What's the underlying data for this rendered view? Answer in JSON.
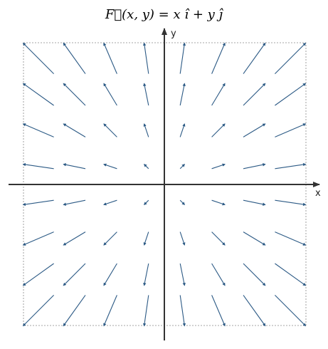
{
  "title": "F⃗(x, y) = x î + y ĵ",
  "axes": {
    "x_label": "x",
    "y_label": "y",
    "axis_color": "#333333"
  },
  "chart_data": {
    "type": "vector_field",
    "field": {
      "u": "x",
      "v": "y"
    },
    "grid_x": [
      -3.5,
      -2.5,
      -1.5,
      -0.5,
      0.5,
      1.5,
      2.5,
      3.5
    ],
    "grid_y": [
      -3.5,
      -2.5,
      -1.5,
      -0.5,
      0.5,
      1.5,
      2.5,
      3.5
    ],
    "xlim": [
      -3.5,
      3.5
    ],
    "ylim": [
      -3.5,
      3.5
    ],
    "arrow_color": "#2c5a85",
    "frame_style": "dotted",
    "frame_color": "#888888",
    "grid": false
  }
}
